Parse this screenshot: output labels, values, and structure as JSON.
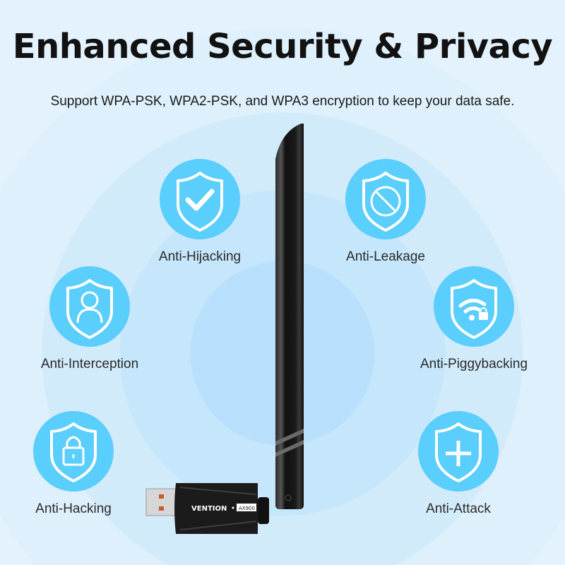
{
  "header": {
    "title": "Enhanced Security & Privacy",
    "subtitle": "Support WPA-PSK, WPA2-PSK, and WPA3 encryption to keep your data safe."
  },
  "features": [
    {
      "label": "Anti-Hijacking",
      "icon": "shield-check-icon"
    },
    {
      "label": "Anti-Leakage",
      "icon": "shield-prohibited-icon"
    },
    {
      "label": "Anti-Interception",
      "icon": "shield-user-icon"
    },
    {
      "label": "Anti-Piggybacking",
      "icon": "shield-wifi-lock-icon"
    },
    {
      "label": "Anti-Hacking",
      "icon": "shield-padlock-icon"
    },
    {
      "label": "Anti-Attack",
      "icon": "shield-plus-icon"
    }
  ],
  "product": {
    "brand": "VENTION",
    "model": "AX900"
  },
  "colors": {
    "icon_circle": "#5acefc",
    "text": "#121212",
    "background": "#ddf0fc"
  }
}
